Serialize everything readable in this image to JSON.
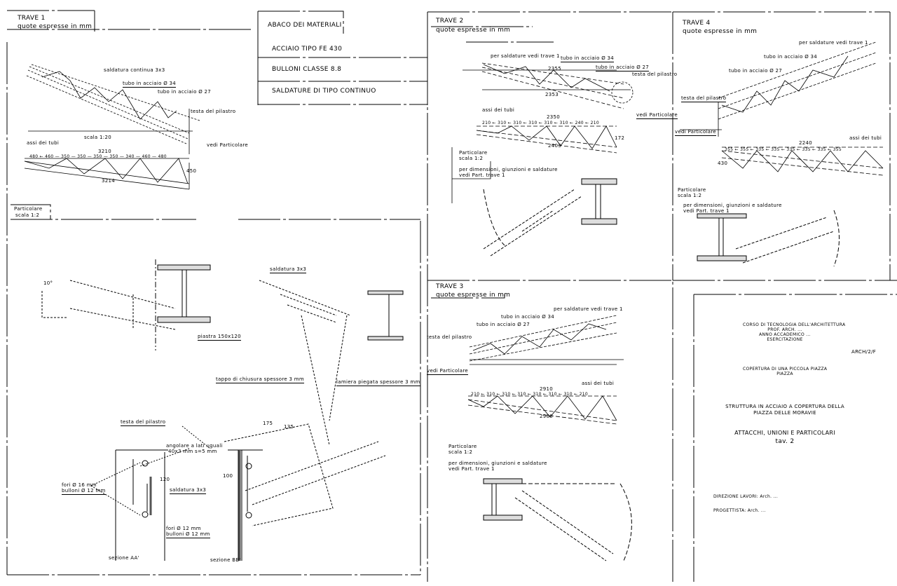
{
  "abaco": {
    "title": "ABACO DEI MATERIALI",
    "rows": [
      "ACCIAIO TIPO FE 430",
      "BULLONI CLASSE 8.8",
      "SALDATURE DI TIPO CONTINUO"
    ]
  },
  "trave1": {
    "title": "TRAVE 1",
    "subtitle": "quote espresse in mm",
    "labels": {
      "weld": "saldatura continua 3x3",
      "tube34": "tubo in acciaio Ø 34",
      "tube27": "tubo in acciaio Ø 27",
      "head": "testa del pilastro",
      "detail": "vedi Particolare",
      "scale": "scala 1:20",
      "axes": "assi dei tubi",
      "total": "3210",
      "dims": "480 ← 460 — 350 — 350 — 350 — 350 — 340 — 460 — 480",
      "height": "450",
      "length": "3214"
    }
  },
  "particolare1": {
    "title": "Particolare",
    "scale": "scala 1:2",
    "labels": {
      "weld": "saldatura 3x3",
      "plate": "piastra 150x120",
      "cap": "tappo di chiusura spessore 3 mm",
      "bent": "lamiera piegata spessore 3 mm",
      "head": "testa del pilastro",
      "angle": "angolare a lati uguali",
      "angle2": "40x3 mm s=5 mm",
      "holes16a": "fori Ø 16 mm",
      "holes16b": "bulloni Ø 12 mm",
      "weld2": "saldatura 3x3",
      "holes12a": "fori Ø 12 mm",
      "holes12b": "bulloni Ø 12 mm",
      "secA": "sezione AA'",
      "secB": "sezione BB'",
      "d1": "175",
      "d2": "135",
      "d3": "100",
      "d4": "120",
      "ang": "10°"
    }
  },
  "trave2": {
    "title": "TRAVE 2",
    "subtitle": "quote espresse in mm",
    "labels": {
      "weldref": "per saldature vedi trave 1",
      "tube34": "tubo in acciaio Ø 34",
      "tube27": "tubo in acciaio Ø 27",
      "head": "testa del pilastro",
      "detail": "vedi Particolare",
      "top": "2355",
      "bottom": "2353",
      "axes": "assi dei tubi",
      "total": "2350",
      "dims": "210 ← 310 ← 310 ← 310 ← 310 ← 310 ← 240 ← 210",
      "height": "172",
      "length": "2403"
    },
    "particolare": {
      "title": "Particolare",
      "scale": "scala 1:2",
      "note1": "per dimensioni, giunzioni e saldature",
      "note2": "vedi Part. trave 1"
    }
  },
  "trave3": {
    "title": "TRAVE 3",
    "subtitle": "quote espresse in mm",
    "labels": {
      "weldref": "per saldature vedi trave 1",
      "tube34": "tubo in acciaio Ø 34",
      "tube27": "tubo in acciaio Ø 27",
      "head": "testa del pilastro",
      "detail": "vedi Particolare",
      "axes": "assi dei tubi",
      "total": "2910",
      "dims": "210 ← 310 ← 310 ← 310 ← 310 ← 310 ← 310 ← 210",
      "length": "2960"
    },
    "particolare": {
      "title": "Particolare",
      "scale": "scala 1:2",
      "note1": "per dimensioni, giunzioni e saldature",
      "note2": "vedi Part. trave 1"
    }
  },
  "trave4": {
    "title": "TRAVE 4",
    "subtitle": "quote espresse in mm",
    "labels": {
      "weldref": "per saldature vedi trave 1",
      "tube34": "tubo in acciaio Ø 34",
      "tube27": "tubo in acciaio Ø 27",
      "head": "testa del pilastro",
      "detail": "vedi Particolare",
      "axes": "assi dei tubi",
      "total": "2240",
      "dims": "355 ← 355 ← 335 ← 335 ← 335 ← 335 ← 335 ← 355",
      "height": "430"
    },
    "particolare": {
      "title": "Particolare",
      "scale": "scala 1:2",
      "note1": "per dimensioni, giunzioni e saldature",
      "note2": "vedi Part. trave 1"
    }
  },
  "titleblock": {
    "institution": [
      "CORSO DI TECNOLOGIA DELL'ARCHITETTURA",
      "PROF. ARCH. ...",
      "ANNO ACCADEMICO ...",
      "ESERCITAZIONE"
    ],
    "code": "ARCH/2/F",
    "place": [
      "COPERTURA DI UNA PICCOLA PIAZZA",
      "PIAZZA"
    ],
    "project": [
      "STRUTTURA IN ACCIAIO A COPERTURA DELLA",
      "PIAZZA DELLE MORAVIE"
    ],
    "subject": "ATTACCHI, UNIONI E PARTICOLARI",
    "sheet": "tav. 2",
    "author1": "DIREZIONE LAVORI: Arch. ...",
    "author2": "PROGETTISTA: Arch. ..."
  }
}
